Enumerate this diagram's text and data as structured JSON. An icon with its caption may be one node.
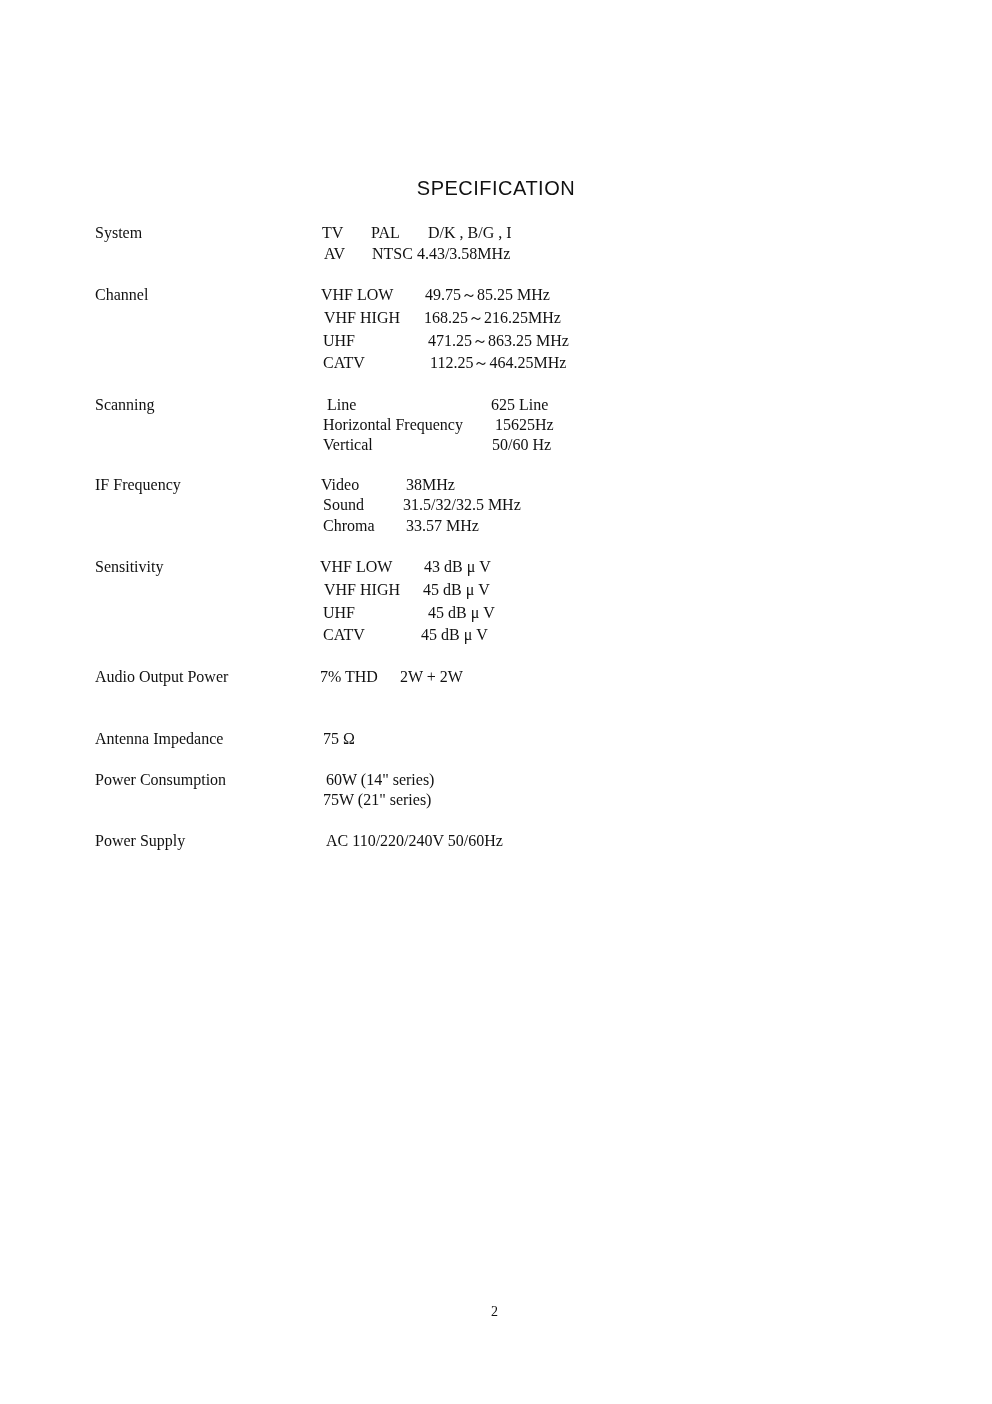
{
  "diagram": {
    "title": "SPECIFICATION",
    "labels": [
      "System",
      "TV",
      "PAL",
      "D/K , B/G , I",
      "AV",
      "NTSC 4.43/3.58MHz",
      "Channel",
      "VHF LOW",
      "49.75～85.25 MHz",
      "VHF HIGH",
      "168.25～216.25MHz",
      "UHF",
      "471.25～863.25 MHz",
      "CATV",
      "112.25～464.25MHz",
      "Scanning",
      "Line",
      "625 Line",
      "Horizontal Frequency",
      "15625Hz",
      "Vertical",
      "50/60 Hz",
      "IF Frequency",
      "Video",
      "38MHz",
      "Sound",
      "31.5/32/32.5 MHz",
      "Chroma",
      "33.57 MHz",
      "Sensitivity",
      "VHF LOW",
      "43 dB μ V",
      "VHF HIGH",
      "45 dB μ V",
      "UHF",
      "45 dB μ V",
      "CATV",
      "45 dB μ V",
      "Audio Output Power",
      "7% THD",
      "2W + 2W",
      "Antenna Impedance",
      "75 Ω",
      "Power Consumption",
      "60W (14\" series)",
      "75W (21\" series)",
      "Power Supply",
      "AC 110/220/240V 50/60Hz",
      "2"
    ]
  }
}
